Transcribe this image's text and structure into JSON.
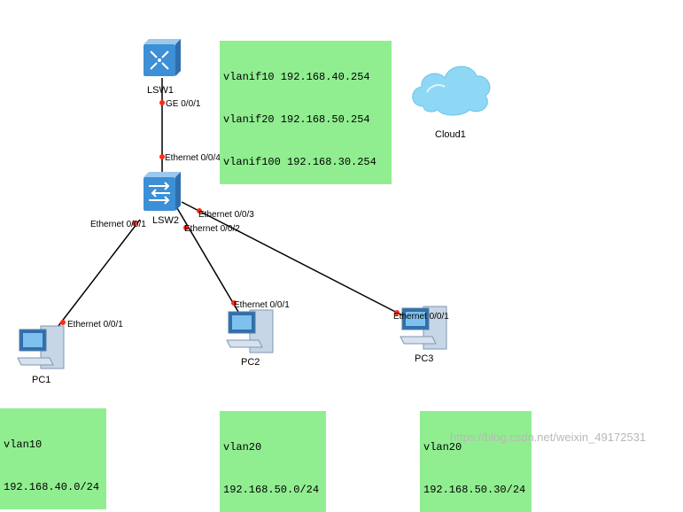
{
  "devices": {
    "lsw1": {
      "label": "LSW1",
      "icon": "l3-switch-icon"
    },
    "lsw2": {
      "label": "LSW2",
      "icon": "l2-switch-icon"
    },
    "cloud1": {
      "label": "Cloud1",
      "icon": "cloud-icon"
    },
    "pc1": {
      "label": "PC1",
      "icon": "pc-icon"
    },
    "pc2": {
      "label": "PC2",
      "icon": "pc-icon"
    },
    "pc3": {
      "label": "PC3",
      "icon": "pc-icon"
    }
  },
  "ports": {
    "lsw1_ge": "GE 0/0/1",
    "lsw2_e4": "Ethernet 0/0/4",
    "lsw2_e1": "Ethernet 0/0/1",
    "lsw2_e2": "Ethernet 0/0/2",
    "lsw2_e3": "Ethernet 0/0/3",
    "pc1_e1": "Ethernet 0/0/1",
    "pc2_e1": "Ethernet 0/0/1",
    "pc3_e1": "Ethernet 0/0/1"
  },
  "notes": {
    "vlanif": [
      "vlanif10 192.168.40.254",
      "vlanif20 192.168.50.254",
      "vlanif100 192.168.30.254"
    ],
    "pc1": [
      "vlan10",
      "192.168.40.0/24"
    ],
    "pc2": [
      "vlan20",
      "192.168.50.0/24"
    ],
    "pc3": [
      "vlan20",
      "192.168.50.30/24"
    ]
  },
  "watermark": "https://blog.csdn.net/weixin_49172531",
  "colors": {
    "note_bg": "#90ee90",
    "link": "#000000",
    "port_dot": "#ff2a1a",
    "device_blue": "#3d8fd6",
    "cloud": "#8fd8f5"
  }
}
